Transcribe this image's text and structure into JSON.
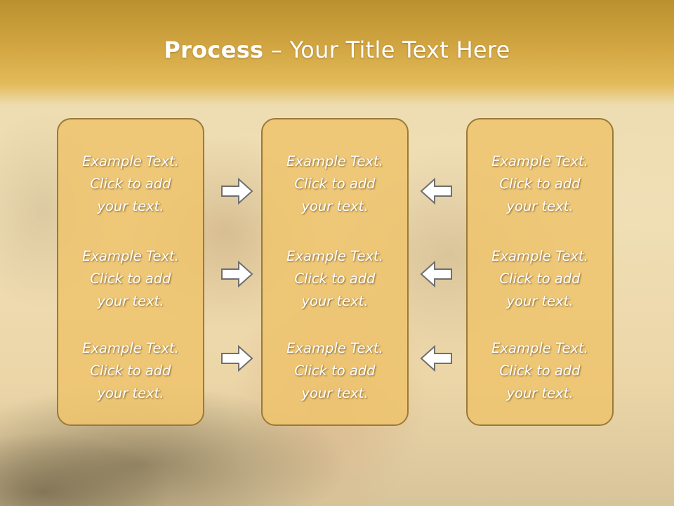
{
  "slide": {
    "title_bold": "Process",
    "title_rest": " – Your Title Text Here",
    "columns": [
      {
        "items": [
          [
            "Example Text.",
            "Click  to add",
            "your text."
          ],
          [
            "Example Text.",
            "Click  to add",
            "your text."
          ],
          [
            "Example Text.",
            "Click  to add",
            "your text."
          ]
        ]
      },
      {
        "items": [
          [
            "Example Text.",
            "Click  to add",
            "your text."
          ],
          [
            "Example Text.",
            "Click  to add",
            "your text."
          ],
          [
            "Example Text.",
            "Click  to add",
            "your text."
          ]
        ]
      },
      {
        "items": [
          [
            "Example Text.",
            "Click  to add",
            "your text."
          ],
          [
            "Example Text.",
            "Click  to add",
            "your text."
          ],
          [
            "Example Text.",
            "Click  to add",
            "your text."
          ]
        ]
      }
    ],
    "arrows": {
      "left_group": [
        "right-arrow-icon",
        "right-arrow-icon",
        "right-arrow-icon"
      ],
      "right_group": [
        "left-arrow-icon",
        "left-arrow-icon",
        "left-arrow-icon"
      ]
    },
    "colors": {
      "header": "#d2a642",
      "box_fill": "#eec46e",
      "box_border": "#9a7a3a",
      "arrow_fill": "#ffffff",
      "arrow_stroke": "#6f6f6f"
    }
  }
}
